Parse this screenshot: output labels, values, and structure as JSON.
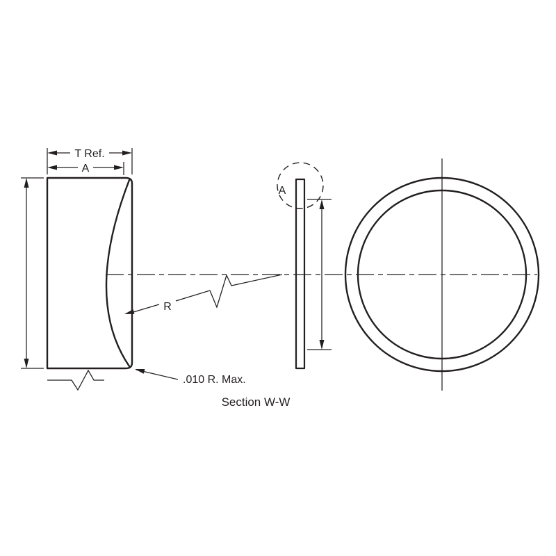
{
  "drawing": {
    "caption": "Section W-W",
    "dimensions": {
      "thickness_ref_label": "T Ref.",
      "thickness_a_label": "A",
      "radius_label": "R",
      "corner_radius_note": ".010 R. Max.",
      "detail_label": "A"
    },
    "colors": {
      "line": "#231f20",
      "background": "#ffffff"
    }
  }
}
